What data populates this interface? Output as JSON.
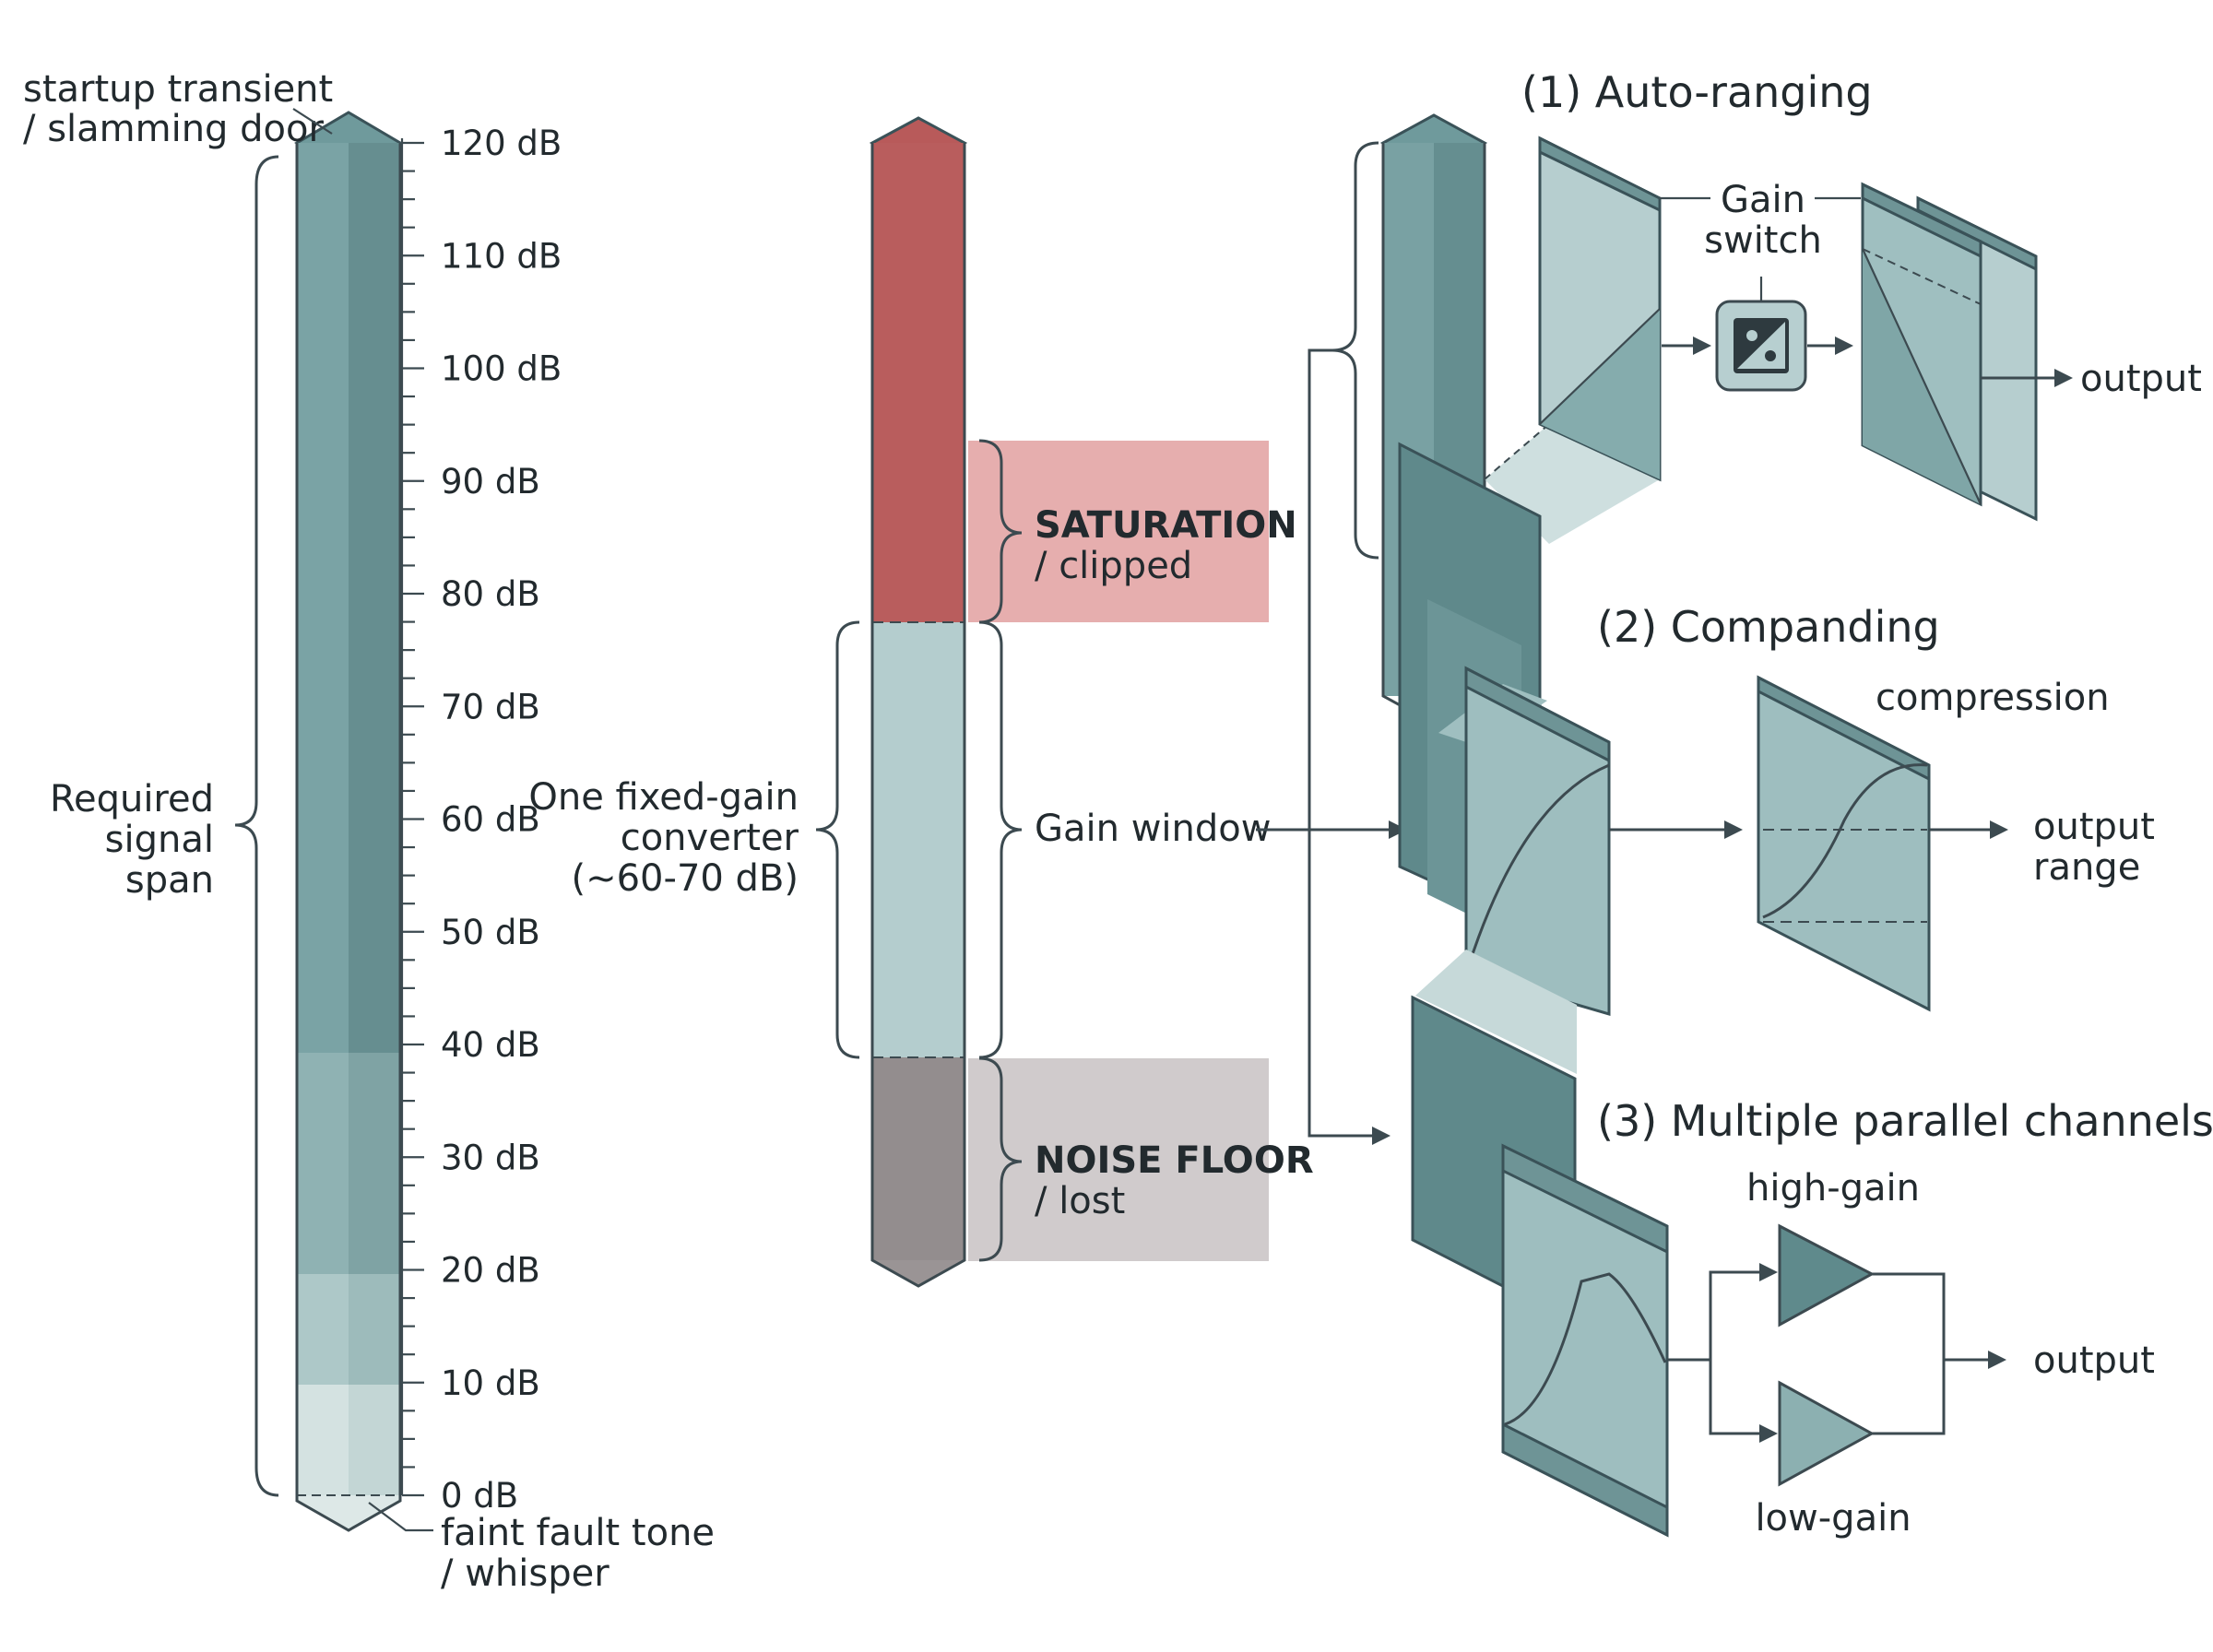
{
  "scale": {
    "ticks": [
      "120 dB",
      "110 dB",
      "100 dB",
      "90 dB",
      "80 dB",
      "70 dB",
      "60 dB",
      "50 dB",
      "40 dB",
      "30 dB",
      "20 dB",
      "10 dB",
      "0 dB"
    ],
    "top_note": [
      "startup transient",
      "/ slamming door"
    ],
    "bottom_note": [
      "faint fault tone",
      "/ whisper"
    ],
    "span_label": [
      "Required",
      "signal",
      "span"
    ]
  },
  "converter": {
    "label": [
      "One fixed-gain",
      "converter",
      "(~60-70 dB)"
    ],
    "saturation_title": "SATURATION",
    "saturation_sub": "/ clipped",
    "window_label": "Gain window",
    "noise_title": "NOISE FLOOR",
    "noise_sub": "/ lost"
  },
  "methods": {
    "auto": {
      "title": "(1) Auto-ranging",
      "switch_label": [
        "Gain",
        "switch"
      ],
      "output": "output"
    },
    "companding": {
      "title": "(2) Companding",
      "compression": "compression",
      "output": [
        "output",
        "range"
      ]
    },
    "parallel": {
      "title": "(3) Multiple parallel channels",
      "high": "high-gain",
      "low": "low-gain",
      "output": "output"
    }
  },
  "colors": {
    "teal_dark": "#6a9496",
    "teal_mid": "#8fb4b6",
    "teal_light": "#b4cdce",
    "teal_pale": "#d3e2e1",
    "saturation": "#ba5c5c",
    "saturation_box": "#e5adad",
    "noise": "#938d8e",
    "noise_box": "#cfcacb"
  }
}
